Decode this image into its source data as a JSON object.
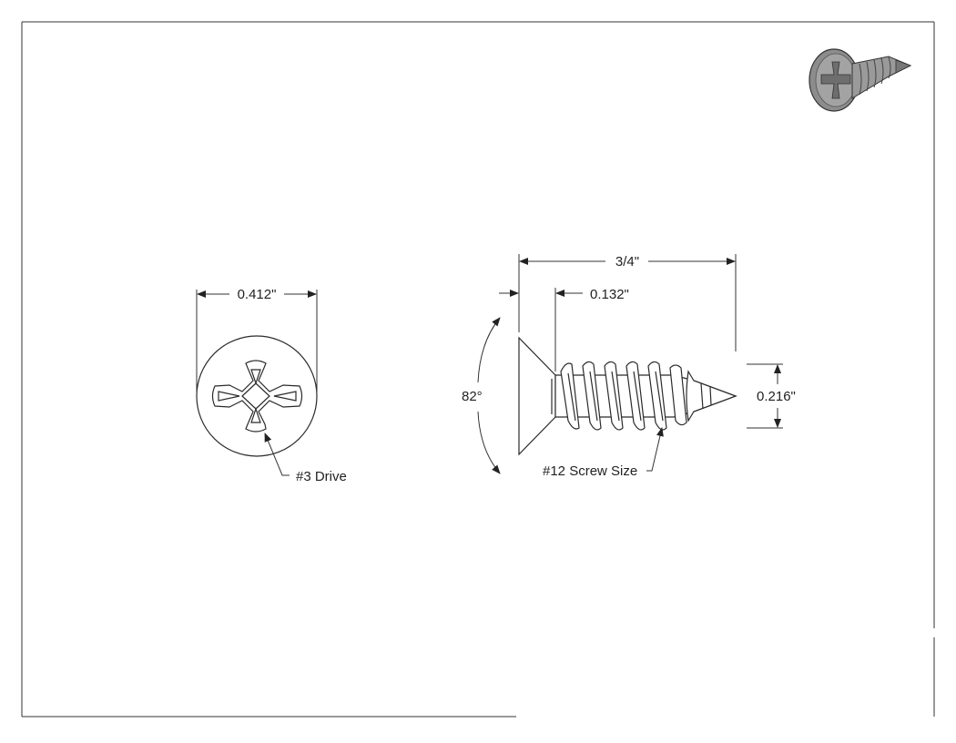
{
  "drawing": {
    "dimensions": {
      "head_diameter": "0.412\"",
      "overall_length": "3/4\"",
      "head_height": "0.132\"",
      "thread_diameter": "0.216\"",
      "head_angle": "82°"
    },
    "callouts": {
      "drive": "#3 Drive",
      "screw_size": "#12 Screw Size"
    },
    "colors": {
      "line": "#333333",
      "thumbnail_metal": "#9a9a9a"
    }
  }
}
